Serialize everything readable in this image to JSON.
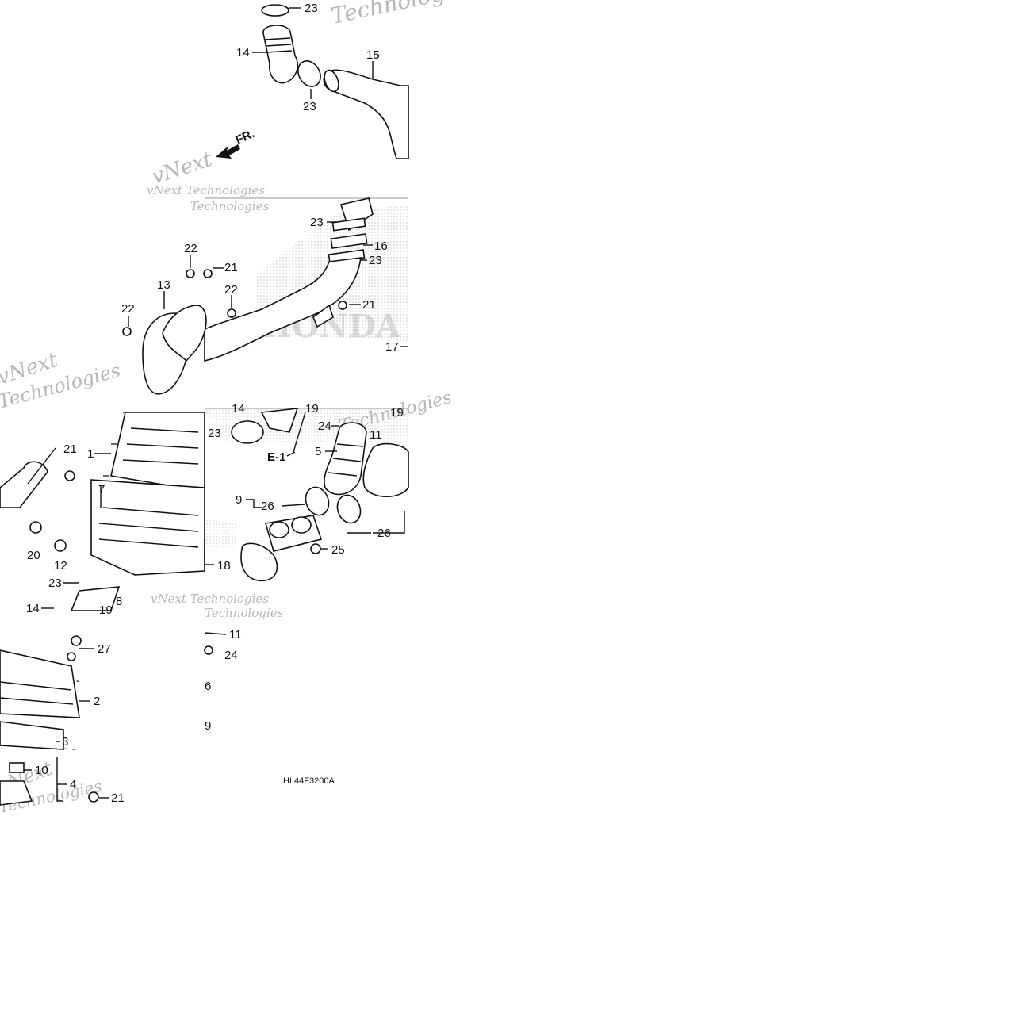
{
  "diagram": {
    "diagram_code": "HL44F3200A",
    "front_marker": "FR.",
    "section_ref": "E-1",
    "watermark": {
      "brand_line1": "vNext",
      "brand_line2": "Technologies",
      "full": "vNext Technologies"
    },
    "callouts": [
      {
        "id": "c23a",
        "text": "23"
      },
      {
        "id": "c14a",
        "text": "14"
      },
      {
        "id": "c15",
        "text": "15"
      },
      {
        "id": "c23b",
        "text": "23"
      },
      {
        "id": "c23c",
        "text": "23"
      },
      {
        "id": "c16",
        "text": "16"
      },
      {
        "id": "c23d",
        "text": "23"
      },
      {
        "id": "c22a",
        "text": "22"
      },
      {
        "id": "c21a",
        "text": "21"
      },
      {
        "id": "c13",
        "text": "13"
      },
      {
        "id": "c22b",
        "text": "22"
      },
      {
        "id": "c22c",
        "text": "22"
      },
      {
        "id": "c21b",
        "text": "21"
      },
      {
        "id": "c17",
        "text": "17"
      },
      {
        "id": "c14b",
        "text": "14"
      },
      {
        "id": "c19a",
        "text": "19"
      },
      {
        "id": "c19b",
        "text": "19"
      },
      {
        "id": "c23e",
        "text": "23"
      },
      {
        "id": "c24a",
        "text": "24"
      },
      {
        "id": "c11a",
        "text": "11"
      },
      {
        "id": "c5",
        "text": "5"
      },
      {
        "id": "c21c",
        "text": "21"
      },
      {
        "id": "c1",
        "text": "1"
      },
      {
        "id": "c7",
        "text": "7"
      },
      {
        "id": "c9a",
        "text": "9"
      },
      {
        "id": "c26a",
        "text": "26"
      },
      {
        "id": "c26b",
        "text": "26"
      },
      {
        "id": "c25",
        "text": "25"
      },
      {
        "id": "c20",
        "text": "20"
      },
      {
        "id": "c12",
        "text": "12"
      },
      {
        "id": "c18",
        "text": "18"
      },
      {
        "id": "c23f",
        "text": "23"
      },
      {
        "id": "c8",
        "text": "8"
      },
      {
        "id": "c14c",
        "text": "14"
      },
      {
        "id": "c19c",
        "text": "19"
      },
      {
        "id": "c11b",
        "text": "11"
      },
      {
        "id": "c27",
        "text": "27"
      },
      {
        "id": "c24b",
        "text": "24"
      },
      {
        "id": "c2",
        "text": "2"
      },
      {
        "id": "c6",
        "text": "6"
      },
      {
        "id": "c3",
        "text": "3"
      },
      {
        "id": "c9b",
        "text": "9"
      },
      {
        "id": "c10",
        "text": "10"
      },
      {
        "id": "c4",
        "text": "4"
      },
      {
        "id": "c21d",
        "text": "21"
      }
    ]
  }
}
